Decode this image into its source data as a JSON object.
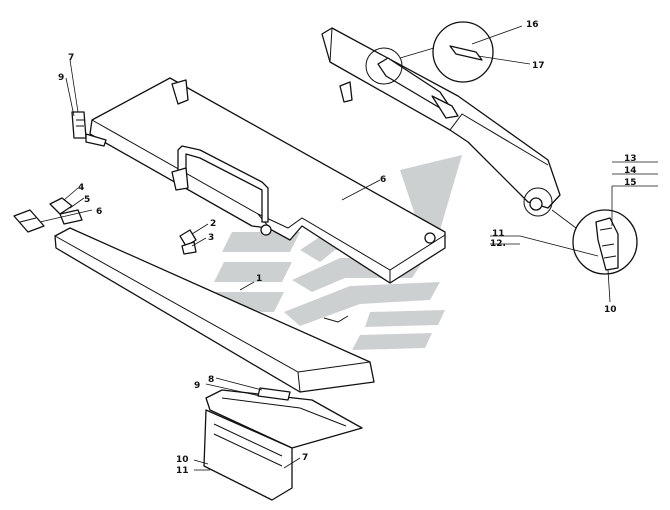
{
  "labels": {
    "l1": "1",
    "l2": "2",
    "l3": "3",
    "l4": "4",
    "l5": "5",
    "l6a": "6",
    "l6b": "6",
    "l7a": "7",
    "l7b": "7",
    "l8": "8",
    "l9a": "9",
    "l9b": "9",
    "l10a": "10",
    "l10b": "10",
    "l11a": "11",
    "l11b": "11",
    "l12": "12.",
    "l13": "13",
    "l14": "14",
    "l15": "15",
    "l16": "16",
    "l17": "17"
  },
  "colors": {
    "ink": "#111111",
    "watermark": "#bcc0c2",
    "background": "#ffffff"
  },
  "watermark_icon": "stylized-logo-watermark"
}
